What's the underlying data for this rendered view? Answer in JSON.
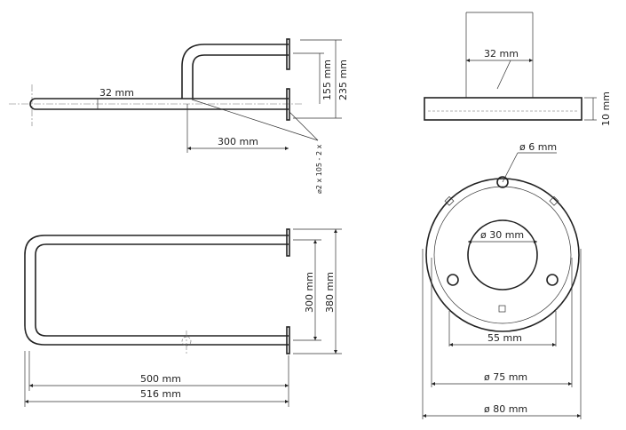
{
  "side_view": {
    "rod_diameter": "32 mm",
    "height_inner": "155 mm",
    "height_outer": "235 mm",
    "depth": "300 mm",
    "fixing": "⌀2 x 105 - 2 x"
  },
  "top_view": {
    "width_inner": "300 mm",
    "width_outer": "380 mm",
    "length_inner": "500 mm",
    "length_outer": "516 mm"
  },
  "flange_side": {
    "post_diameter": "32 mm",
    "thickness": "10 mm"
  },
  "flange_plan": {
    "hole": "ø 6 mm",
    "center_hole": "ø 30 mm",
    "hole_spacing": "55 mm",
    "inner_diameter": "ø 75 mm",
    "outer_diameter": "ø 80 mm"
  }
}
